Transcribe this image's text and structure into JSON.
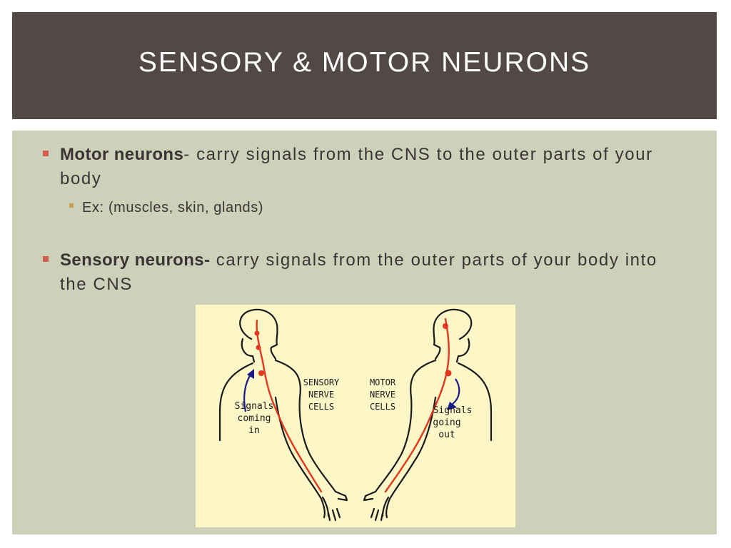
{
  "slide": {
    "title": "SENSORY & MOTOR NEURONS",
    "colors": {
      "title_band": "#524846",
      "content_band": "#cdd1ba",
      "bullet": "#d35f4c",
      "sub_bullet": "#c8a24a",
      "text": "#3b3434",
      "figure_bg": "#fdf6c7",
      "nerve": "#e0381e"
    }
  },
  "bullets": [
    {
      "term": "Motor neurons",
      "text": "- carry signals from the CNS to the outer parts of your body",
      "sub": [
        "Ex: (muscles, skin, glands)"
      ]
    },
    {
      "term": "Sensory neurons-",
      "text": " carry signals from the outer parts of your body into the CNS"
    }
  ],
  "figure": {
    "sensory_label": [
      "SENSORY",
      "NERVE",
      "CELLS"
    ],
    "motor_label": [
      "MOTOR",
      "NERVE",
      "CELLS"
    ],
    "signals_in": [
      "Signals",
      "coming",
      "in"
    ],
    "signals_out": [
      "Signals",
      "going",
      "out"
    ]
  }
}
